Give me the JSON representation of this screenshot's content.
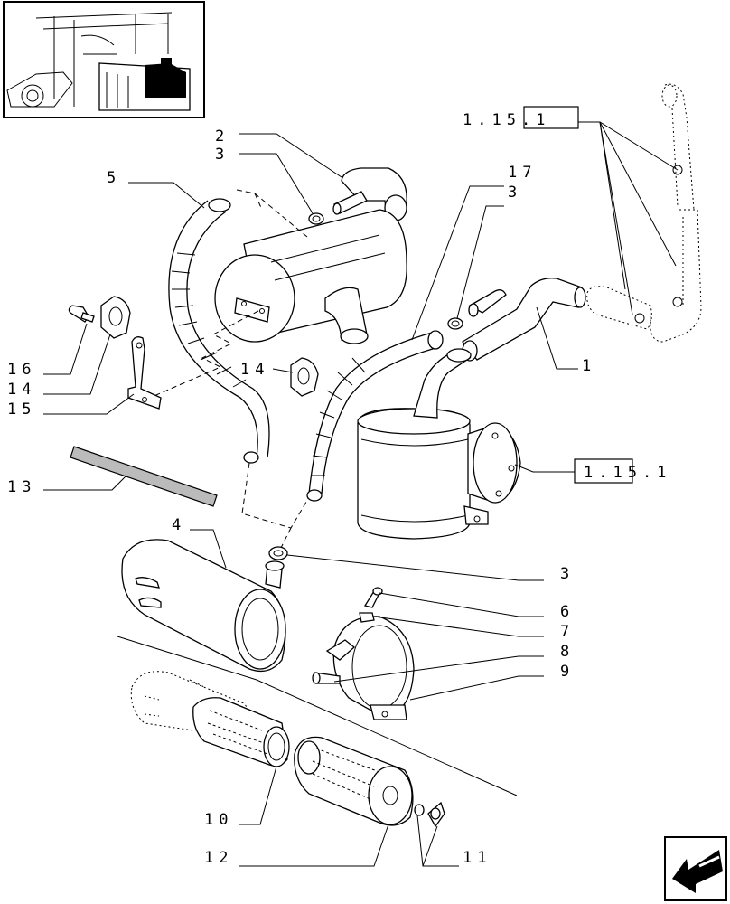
{
  "labels": {
    "l1": "1",
    "l2": "2",
    "l3a": "3",
    "l3b": "3",
    "l3c": "3",
    "l4": "4",
    "l5": "5",
    "l6": "6",
    "l7": "7",
    "l8": "8",
    "l9": "9",
    "l10": "10",
    "l11": "11",
    "l12": "12",
    "l13": "13",
    "l14a": "14",
    "l14b": "14",
    "l15": "15",
    "l16": "16",
    "l17": "17"
  },
  "references": {
    "ref_top": "1.15.1",
    "ref_right": "1.15.1"
  },
  "icons": {
    "thumbnail": "tractor-location-thumbnail",
    "nav": "next-page-arrow-icon"
  }
}
